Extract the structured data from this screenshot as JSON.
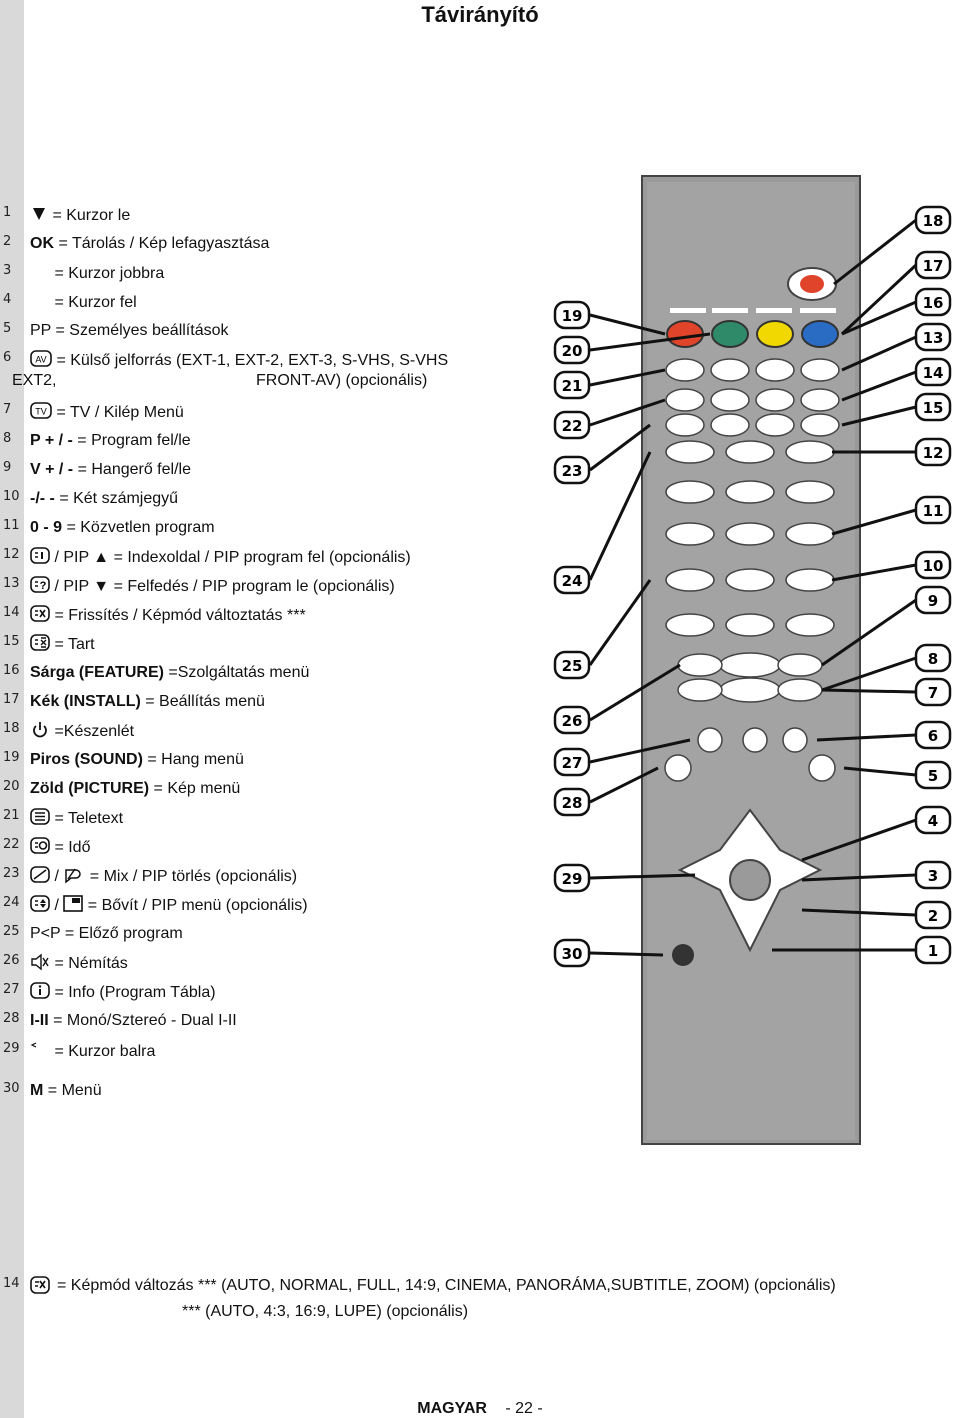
{
  "page": {
    "title": "Távirányító",
    "footer_lang": "MAGYAR",
    "footer_page": "- 22 -"
  },
  "legend": [
    {
      "n": "1",
      "pre": "",
      "b": "",
      "t": "= Kurzor le",
      "icon": "triangle-down-icon"
    },
    {
      "n": "2",
      "pre": "",
      "b": "OK",
      "t": " = Tárolás / Kép lefagyasztása",
      "icon": ""
    },
    {
      "n": "3",
      "pre": "",
      "b": "",
      "t": "= Kurzor jobbra",
      "icon": "cursor-right-icon"
    },
    {
      "n": "4",
      "pre": "",
      "b": "",
      "t": "= Kurzor fel",
      "icon": "cursor-up-icon"
    },
    {
      "n": "5",
      "pre": "PP",
      "b": "",
      "t": " = Személyes beállítások",
      "icon": ""
    },
    {
      "n": "6",
      "pre": "",
      "b": "",
      "t": "= Külső jelforrás (EXT-1, EXT-2, EXT-3, S-VHS, S-VHS",
      "icon": "av-icon"
    },
    {
      "n": "7",
      "pre": "",
      "b": "",
      "t": "= TV / Kilép Menü",
      "icon": "tv-icon"
    },
    {
      "n": "8",
      "pre": "",
      "b": "P + / -",
      "t": " = Program fel/le",
      "icon": ""
    },
    {
      "n": "9",
      "pre": "",
      "b": "V + / -",
      "t": " = Hangerő fel/le",
      "icon": ""
    },
    {
      "n": "10",
      "pre": "",
      "b": "-/- -",
      "t": " = Két számjegyű",
      "icon": ""
    },
    {
      "n": "11",
      "pre": "",
      "b": "0 - 9",
      "t": " = Közvetlen program",
      "icon": ""
    },
    {
      "n": "12",
      "pre": "",
      "b": "",
      "t": " / PIP ▲ = Indexoldal / PIP program fel (opcionális)",
      "icon": "index-icon"
    },
    {
      "n": "13",
      "pre": "",
      "b": "",
      "t": " / PIP ▼ = Felfedés / PIP program le (opcionális)",
      "icon": "reveal-icon"
    },
    {
      "n": "14",
      "pre": "",
      "b": "",
      "t": "= Frissítés / Képmód változtatás ***",
      "icon": "update-icon"
    },
    {
      "n": "15",
      "pre": "",
      "b": "",
      "t": "= Tart",
      "icon": "hold-icon"
    },
    {
      "n": "16",
      "pre": "",
      "b": "Sárga (FEATURE)",
      "t": " =Szolgáltatás menü",
      "icon": ""
    },
    {
      "n": "17",
      "pre": "",
      "b": "Kék (INSTALL)",
      "t": " = Beállítás menü",
      "icon": ""
    },
    {
      "n": "18",
      "pre": "",
      "b": "",
      "t": "=Készenlét",
      "icon": "power-icon"
    },
    {
      "n": "19",
      "pre": "",
      "b": "Piros (SOUND)",
      "t": " = Hang menü",
      "icon": ""
    },
    {
      "n": "20",
      "pre": "",
      "b": "Zöld (PICTURE)",
      "t": "= Kép menü",
      "icon": ""
    },
    {
      "n": "21",
      "pre": "",
      "b": "",
      "t": "= Teletext",
      "icon": "teletext-icon"
    },
    {
      "n": "22",
      "pre": "",
      "b": "",
      "t": "= Idő",
      "icon": "time-icon"
    },
    {
      "n": "23",
      "pre": "",
      "b": "",
      "t": " / ",
      "t2": " = Mix / PIP törlés (opcionális)",
      "icon": "mix-icon"
    },
    {
      "n": "24",
      "pre": "",
      "b": "",
      "t": " / ",
      "t2": " = Bővít / PIP menü (opcionális)",
      "icon": "expand-icon"
    },
    {
      "n": "25",
      "pre": "P<P",
      "b": "",
      "t": " = Előző program",
      "icon": ""
    },
    {
      "n": "26",
      "pre": "",
      "b": "",
      "t": " = Némítás",
      "icon": "mute-icon"
    },
    {
      "n": "27",
      "pre": "",
      "b": "",
      "t": "= Info (Program Tábla)",
      "icon": "info-icon"
    },
    {
      "n": "28",
      "pre": "",
      "b": "I-II",
      "t": " = Monó/Sztereó - Dual I-II",
      "icon": ""
    },
    {
      "n": "29",
      "pre": "",
      "b": "",
      "t": "= Kurzor balra",
      "icon": "cursor-left-icon"
    },
    {
      "n": "30",
      "pre": "",
      "b": "M",
      "t": " = Menü",
      "icon": ""
    }
  ],
  "line6_cont_a": "EXT2,",
  "line6_cont_b": "FRONT-AV) (opcionális)",
  "note": {
    "n": "14",
    "line1": "= Képmód változás *** (AUTO, NORMAL, FULL, 14:9, CINEMA, PANORÁMA,SUBTITLE, ZOOM) (opcionális)",
    "line2": "*** (AUTO, 4:3, 16:9, LUPE) (opcionális)"
  },
  "callouts": {
    "left": [
      "19",
      "20",
      "21",
      "22",
      "23",
      "24",
      "25",
      "26",
      "27",
      "28",
      "29",
      "30"
    ],
    "right": [
      "18",
      "17",
      "16",
      "13",
      "14",
      "15",
      "12",
      "11",
      "10",
      "9",
      "8",
      "7",
      "6",
      "5",
      "4",
      "3",
      "2",
      "1"
    ]
  },
  "colors": {
    "red": "#e0442a",
    "green": "#2f8a6a",
    "yellow": "#f0d800",
    "blue": "#2a6cc4",
    "remote_body": "#9a9a9a"
  }
}
